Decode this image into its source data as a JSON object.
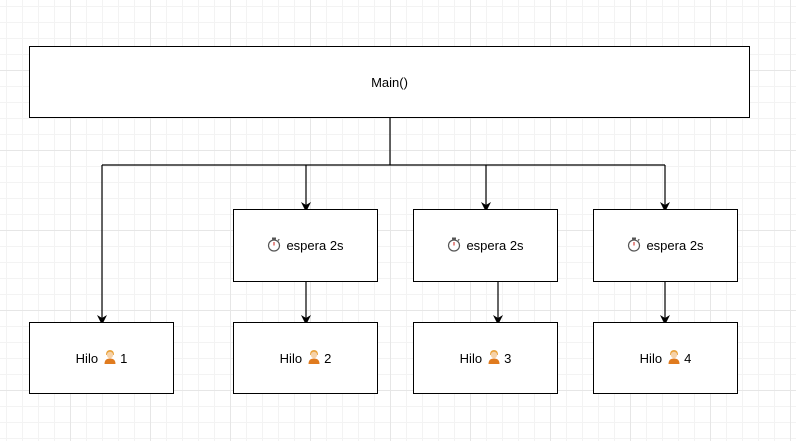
{
  "diagram": {
    "main": {
      "label": "Main()"
    },
    "waits": [
      {
        "icon": "stopwatch-icon",
        "label": "espera 2s"
      },
      {
        "icon": "stopwatch-icon",
        "label": "espera 2s"
      },
      {
        "icon": "stopwatch-icon",
        "label": "espera 2s"
      }
    ],
    "threads": [
      {
        "label": "Hilo",
        "icon": "worker-icon",
        "number": "1"
      },
      {
        "label": "Hilo",
        "icon": "worker-icon",
        "number": "2"
      },
      {
        "label": "Hilo",
        "icon": "worker-icon",
        "number": "3"
      },
      {
        "label": "Hilo",
        "icon": "worker-icon",
        "number": "4"
      }
    ],
    "colors": {
      "stroke": "#000000",
      "fill": "#ffffff",
      "grid": "#e6e6e6",
      "worker_hair": "#e8a33d",
      "worker_body": "#e07b1f",
      "stopwatch_accent": "#d9534f"
    }
  }
}
